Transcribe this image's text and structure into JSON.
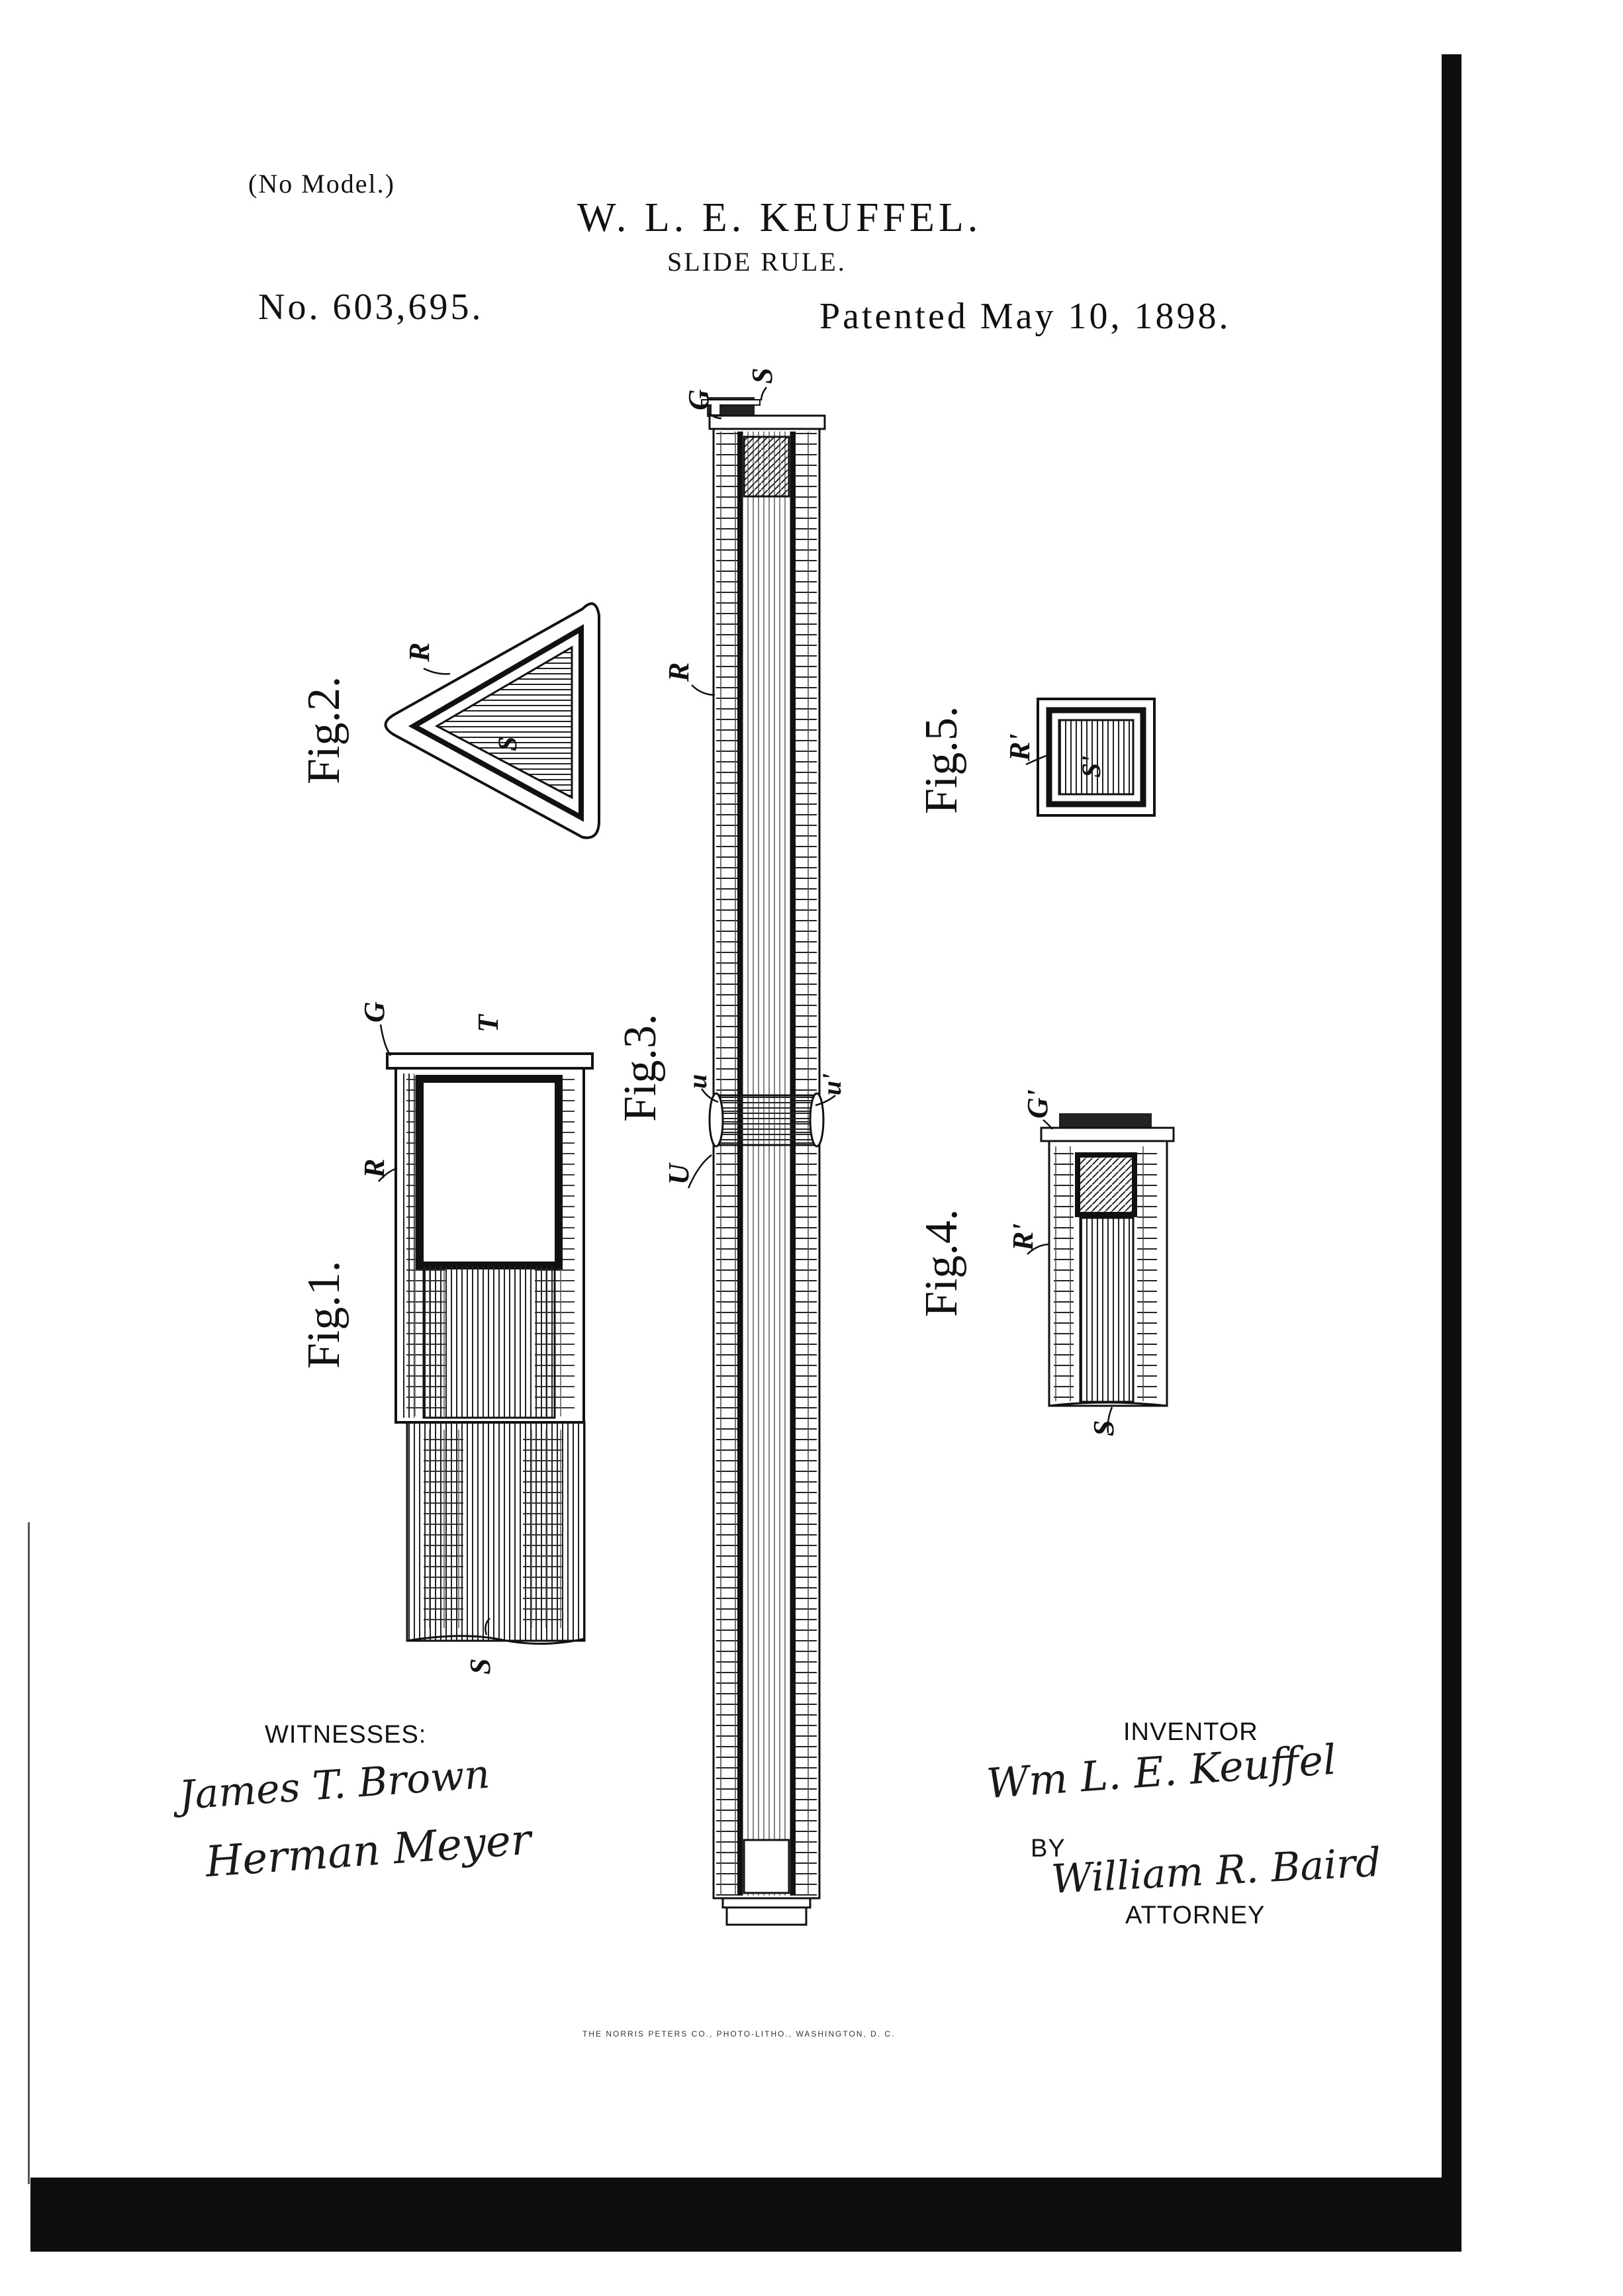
{
  "header": {
    "no_model": "(No Model.)",
    "inventor_name": "W. L. E. KEUFFEL.",
    "title": "SLIDE RULE.",
    "patent_number": "No. 603,695.",
    "patent_date": "Patented May 10, 1898."
  },
  "figures": {
    "fig1": {
      "label": "Fig.1.",
      "parts": [
        "G",
        "T",
        "R",
        "S"
      ]
    },
    "fig2": {
      "label": "Fig.2.",
      "parts": [
        "R",
        "S"
      ]
    },
    "fig3": {
      "label": "Fig.3.",
      "parts": [
        "G",
        "S",
        "R",
        "u",
        "u'",
        "U"
      ]
    },
    "fig4": {
      "label": "Fig.4.",
      "parts": [
        "G'",
        "R'",
        "S"
      ]
    },
    "fig5": {
      "label": "Fig.5.",
      "parts": [
        "R'",
        "S'"
      ]
    }
  },
  "signatures": {
    "witnesses_label": "WITNESSES:",
    "witness_1": "James T. Brown",
    "witness_2": "Herman Meyer",
    "inventor_label": "INVENTOR",
    "inventor_signature": "Wm L. E. Keuffel",
    "by_label": "BY",
    "attorney_signature": "William R. Baird",
    "attorney_label": "ATTORNEY"
  },
  "footer": {
    "printer_credit": "THE NORRIS PETERS CO., PHOTO-LITHO., WASHINGTON, D. C."
  }
}
